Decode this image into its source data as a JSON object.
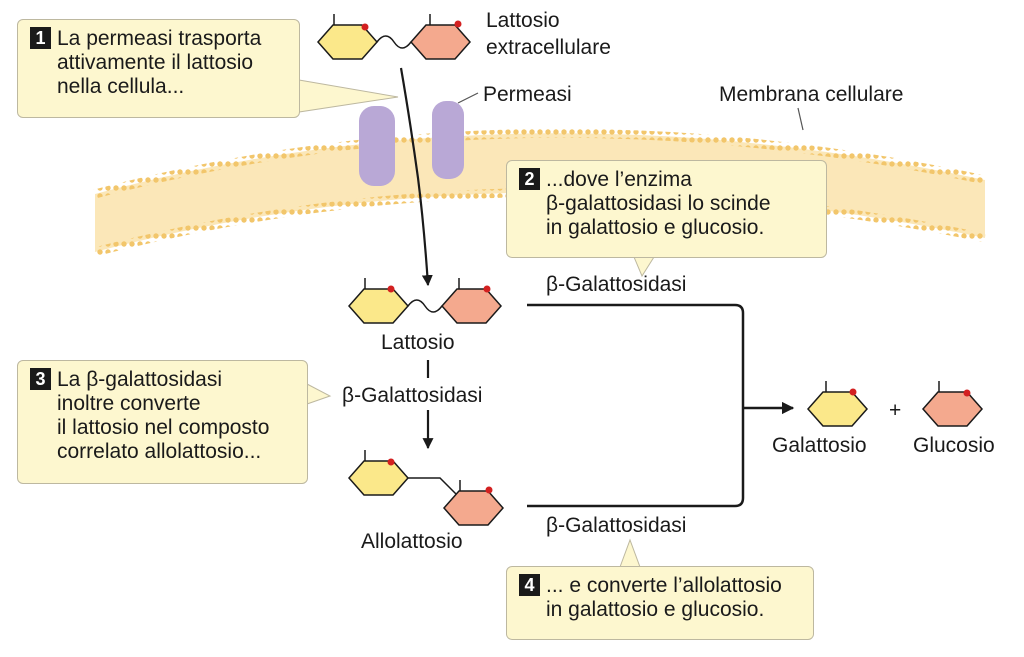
{
  "labels": {
    "lactose_extracellular_1": "Lattosio",
    "lactose_extracellular_2": "extracellulare",
    "permease": "Permeasi",
    "membrane": "Membrana cellulare",
    "lactose": "Lattosio",
    "beta_gal_top": "β-Galattosidasi",
    "beta_gal_middle": "β-Galattosidasi",
    "beta_gal_bottom": "β-Galattosidasi",
    "allolactose": "Allolattosio",
    "galactose": "Galattosio",
    "plus": "+",
    "glucose": "Glucosio"
  },
  "callouts": [
    {
      "number": "1",
      "lines": [
        "La permeasi trasporta",
        "attivamente il lattosio",
        "nella cellula..."
      ]
    },
    {
      "number": "2",
      "lines": [
        "...dove l’enzima",
        "β-galattosidasi lo scinde",
        "in galattosio e glucosio."
      ]
    },
    {
      "number": "3",
      "lines": [
        "La β-galattosidasi",
        "inoltre converte",
        "il lattosio nel composto",
        "correlato allolattosio..."
      ]
    },
    {
      "number": "4",
      "lines": [
        "... e converte l’allolattosio",
        "in galattosio e glucosio."
      ]
    }
  ],
  "colors": {
    "galactose_fill": "#fbe88a",
    "glucose_fill": "#f4a98e",
    "permease_fill": "#b9a8d6",
    "membrane_dots": "#f2c66b",
    "callout_fill": "#fdf7cf"
  }
}
